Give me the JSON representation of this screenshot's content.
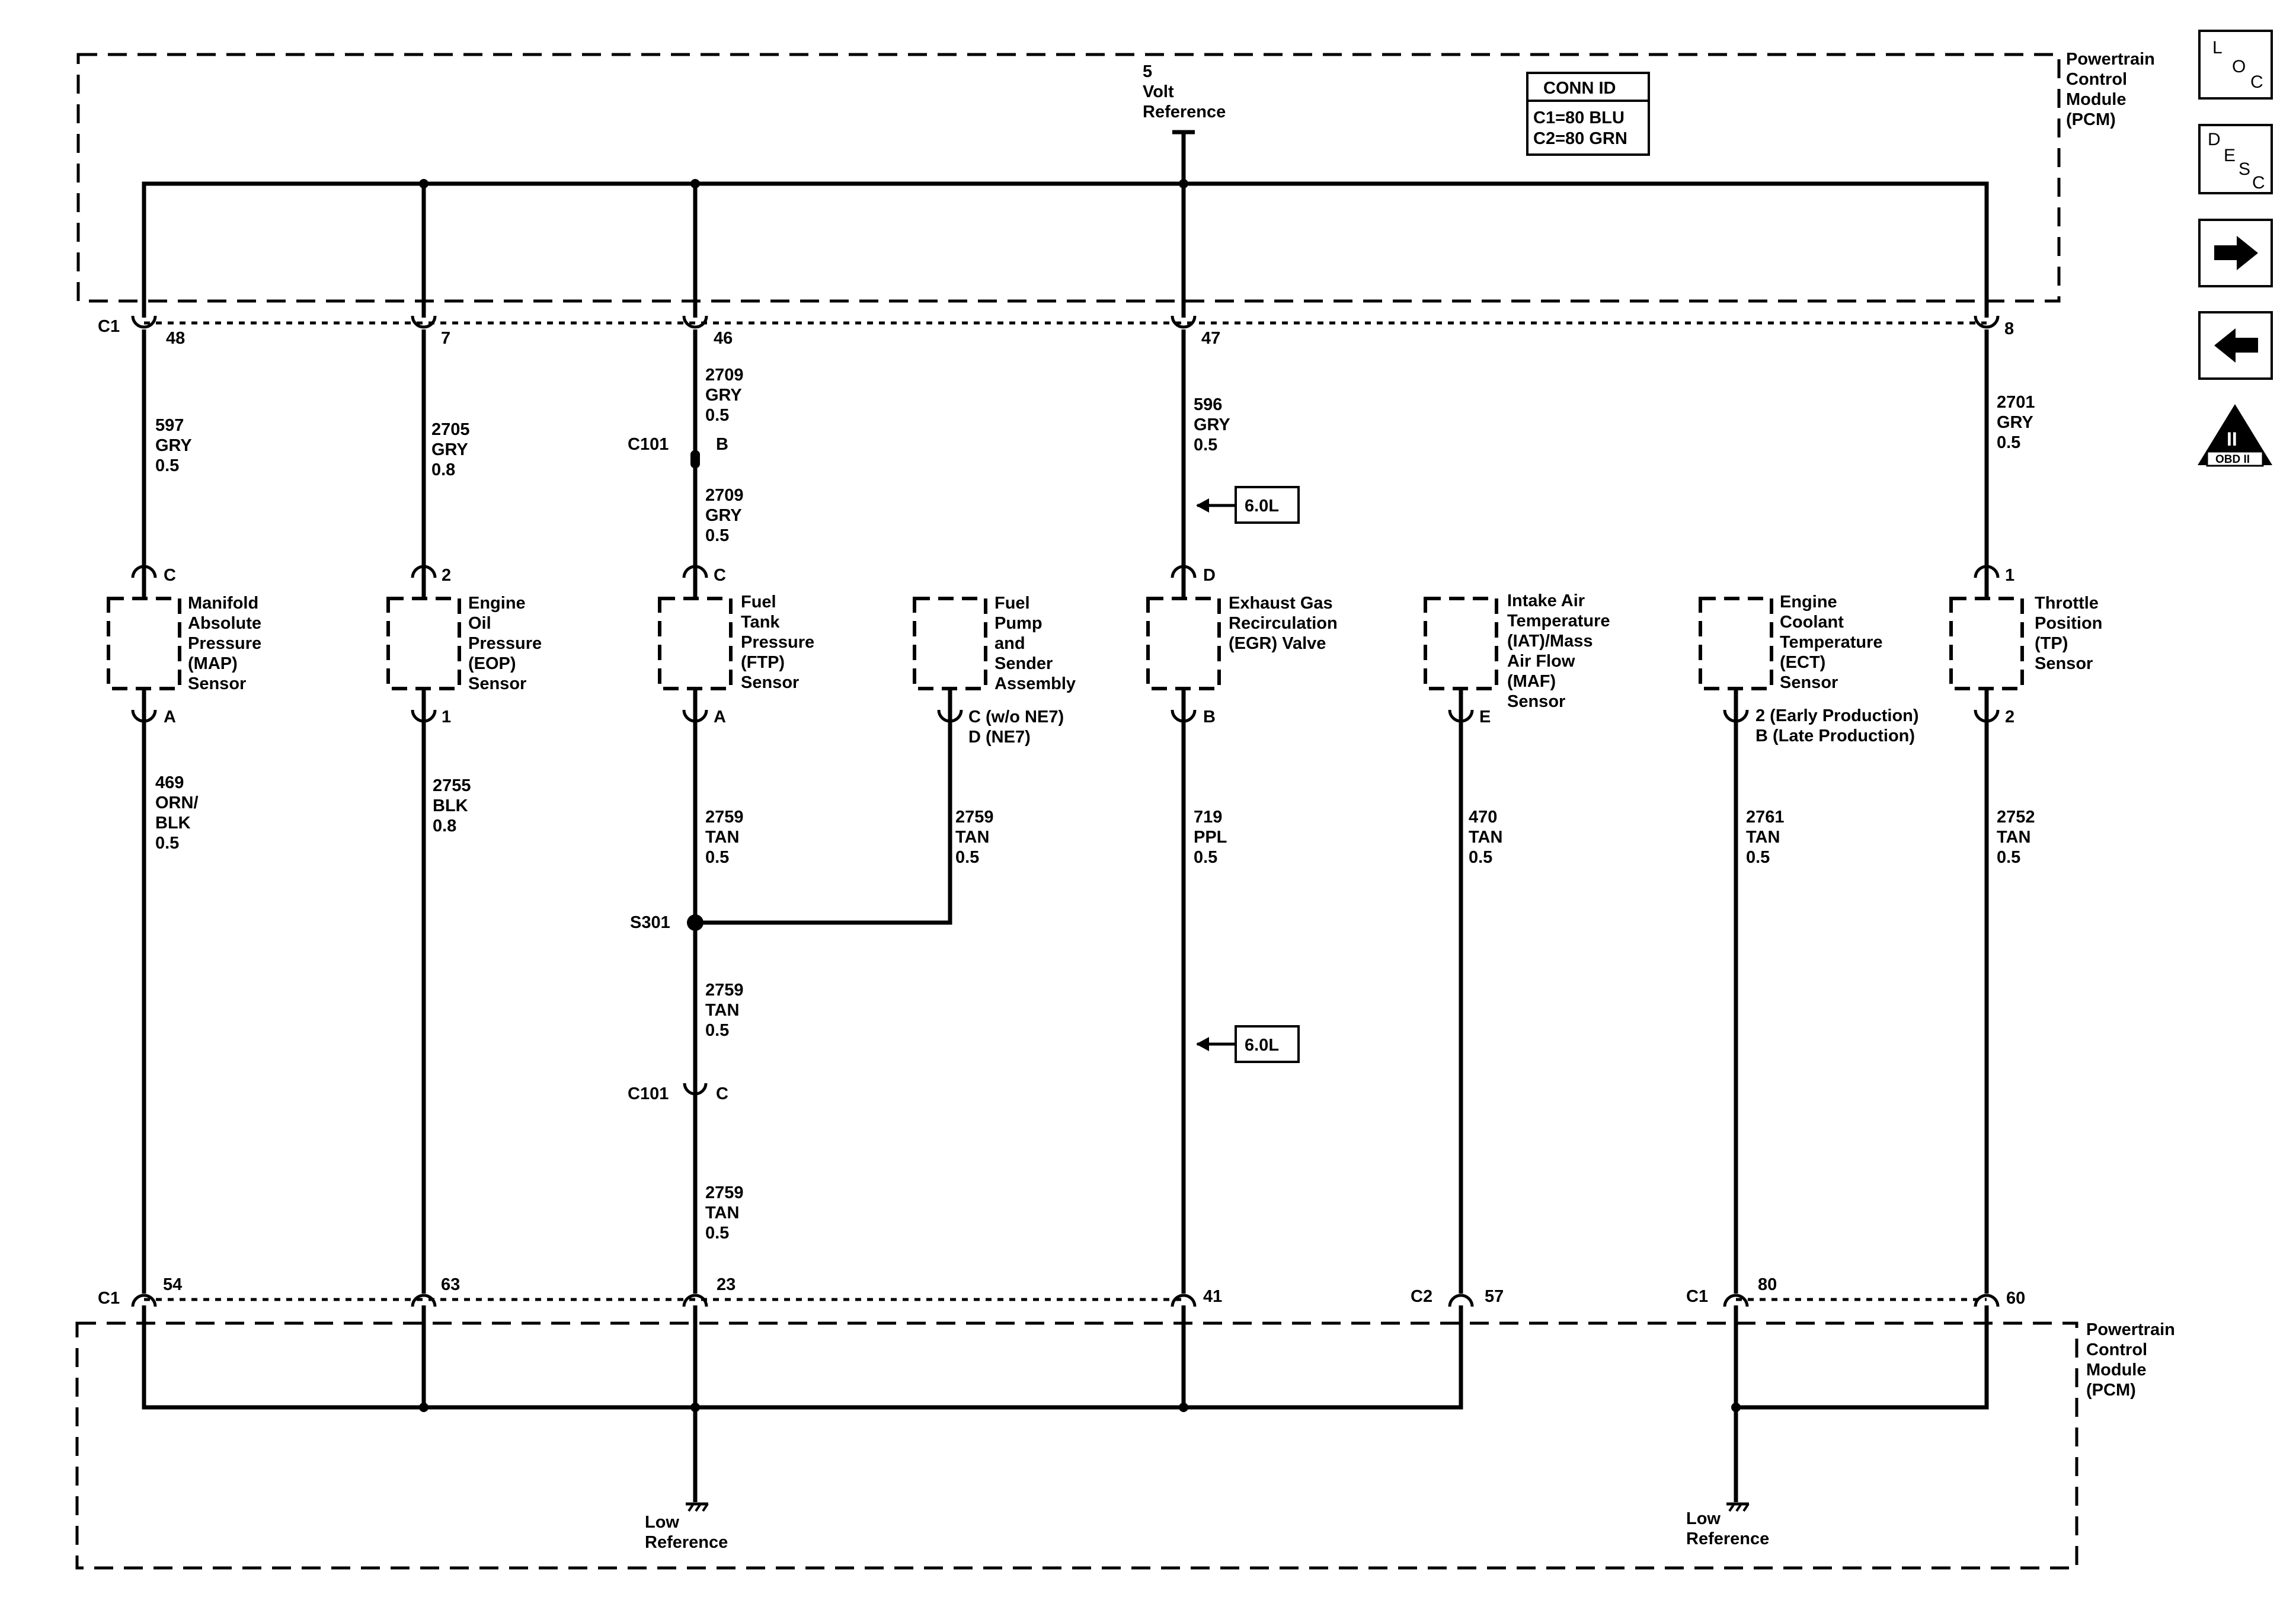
{
  "pcm": {
    "label": [
      "Powertrain",
      "Control",
      "Module",
      "(PCM)"
    ],
    "reference_5v": [
      "5",
      "Volt",
      "Reference"
    ],
    "conn_id": {
      "title": "CONN ID",
      "lines": [
        "C1=80 BLU",
        "C2=80 GRN"
      ]
    }
  },
  "connectors": {
    "c1": "C1",
    "c2": "C2",
    "c101": "C101",
    "splice": "S301"
  },
  "engine_tag": "6.0L",
  "ground_label": [
    "Low",
    "Reference"
  ],
  "circuits": [
    {
      "id": "map",
      "name": [
        "Manifold",
        "Absolute",
        "Pressure",
        "(MAP)",
        "Sensor"
      ],
      "top_pin": "48",
      "top_wire": [
        "597",
        "GRY",
        "0.5"
      ],
      "sensor_top_pin": "C",
      "sensor_bottom_pin": "A",
      "bottom_wire": [
        "469",
        "ORN/",
        "BLK",
        "0.5"
      ],
      "bottom_pin": "54"
    },
    {
      "id": "eop",
      "name": [
        "Engine",
        "Oil",
        "Pressure",
        "(EOP)",
        "Sensor"
      ],
      "top_pin": "7",
      "top_wire": [
        "2705",
        "GRY",
        "0.8"
      ],
      "sensor_top_pin": "2",
      "sensor_bottom_pin": "1",
      "bottom_wire": [
        "2755",
        "BLK",
        "0.8"
      ],
      "bottom_pin": "63"
    },
    {
      "id": "ftp",
      "name": [
        "Fuel",
        "Tank",
        "Pressure",
        "(FTP)",
        "Sensor"
      ],
      "top_pin": "46",
      "top_wire": [
        "2709",
        "GRY",
        "0.5"
      ],
      "c101_top_pin": "B",
      "mid_wire": [
        "2709",
        "GRY",
        "0.5"
      ],
      "sensor_top_pin": "C",
      "sensor_bottom_pin": "A",
      "bottom_wire_1": [
        "2759",
        "TAN",
        "0.5"
      ],
      "bottom_wire_2": [
        "2759",
        "TAN",
        "0.5"
      ],
      "c101_bottom_pin": "C",
      "bottom_wire_3": [
        "2759",
        "TAN",
        "0.5"
      ],
      "bottom_pin": "23"
    },
    {
      "id": "fpsa",
      "name": [
        "Fuel",
        "Pump",
        "and",
        "Sender",
        "Assembly"
      ],
      "sensor_bottom_pin": [
        "C (w/o NE7)",
        "D (NE7)"
      ],
      "bottom_wire": [
        "2759",
        "TAN",
        "0.5"
      ]
    },
    {
      "id": "egr",
      "name": [
        "Exhaust Gas",
        "Recirculation",
        "(EGR) Valve"
      ],
      "top_pin": "47",
      "top_wire": [
        "596",
        "GRY",
        "0.5"
      ],
      "sensor_top_pin": "D",
      "sensor_bottom_pin": "B",
      "bottom_wire": [
        "719",
        "PPL",
        "0.5"
      ],
      "bottom_pin": "41"
    },
    {
      "id": "iat",
      "name": [
        "Intake Air",
        "Temperature",
        "(IAT)/Mass",
        "Air Flow",
        "(MAF)",
        "Sensor"
      ],
      "sensor_bottom_pin": "E",
      "bottom_wire": [
        "470",
        "TAN",
        "0.5"
      ],
      "bottom_pin": "57"
    },
    {
      "id": "ect",
      "name": [
        "Engine",
        "Coolant",
        "Temperature",
        "(ECT)",
        "Sensor"
      ],
      "sensor_bottom_pin": [
        "2 (Early Production)",
        "B (Late Production)"
      ],
      "bottom_wire": [
        "2761",
        "TAN",
        "0.5"
      ],
      "bottom_pin": "80"
    },
    {
      "id": "tp",
      "name": [
        "Throttle",
        "Position",
        "(TP)",
        "Sensor"
      ],
      "top_pin": "8",
      "top_wire": [
        "2701",
        "GRY",
        "0.5"
      ],
      "sensor_top_pin": "1",
      "sensor_bottom_pin": "2",
      "bottom_wire": [
        "2752",
        "TAN",
        "0.5"
      ],
      "bottom_pin": "60"
    }
  ],
  "nav": {
    "loc": [
      "L",
      "O",
      "C"
    ],
    "desc": [
      "D",
      "E",
      "S",
      "C"
    ],
    "next_icon": "arrow-right-icon",
    "prev_icon": "arrow-left-icon",
    "obd": {
      "roman": "II",
      "label": "OBD II"
    }
  }
}
